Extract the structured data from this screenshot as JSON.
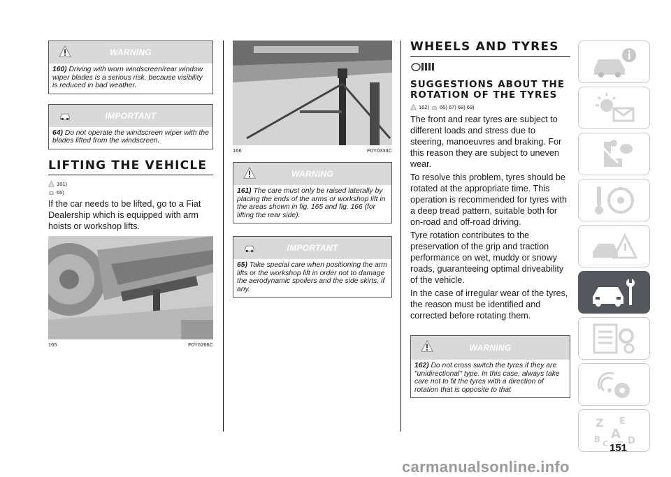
{
  "column1": {
    "warning_box": {
      "title": "WARNING",
      "number": "160)",
      "text": "Driving with worn windscreen/rear window wiper blades is a serious risk, because visibility is reduced in bad weather."
    },
    "important_box": {
      "title": "IMPORTANT",
      "number": "64)",
      "text": "Do not operate the windscreen wiper with the blades lifted from the windscreen."
    },
    "heading": "LIFTING THE VEHICLE",
    "refs": [
      "161)",
      "65)"
    ],
    "body": "If the car needs to be lifted, go to a Fiat Dealership which is equipped with arm hoists or workshop lifts.",
    "figure": {
      "number": "165",
      "code": "F0Y0266C"
    }
  },
  "column2": {
    "figure": {
      "number": "166",
      "code": "F0Y0333C"
    },
    "warning_box": {
      "title": "WARNING",
      "number": "161)",
      "text": "The care must only be raised laterally by placing the ends of the arms or workshop lift in the areas shown in fig. 165 and fig. 166 (for lifting the rear side)."
    },
    "important_box": {
      "title": "IMPORTANT",
      "number": "65)",
      "text": "Take special care when positioning the arm lifts or the workshop lift in order not to damage the aerodynamic spoilers and the side skirts, if any."
    }
  },
  "column3": {
    "heading": "WHEELS AND TYRES",
    "subheading": "SUGGESTIONS ABOUT THE ROTATION OF THE TYRES",
    "refs_a": "162)",
    "refs_b": "66) 67) 68) 69)",
    "para1": "The front and rear tyres are subject to different loads and stress due to steering, manoeuvres and braking. For this reason they are subject to uneven wear.",
    "para2": "To resolve this problem, tyres should be rotated at the appropriate time. This operation is recommended for tyres with a deep tread pattern, suitable both for on-road and off-road driving.",
    "para3": "Tyre rotation contributes to the preservation of the grip and traction performance on wet, muddy or snowy roads, guaranteeing optimal driveability of the vehicle.",
    "para4": "In the case of irregular wear of the tyres, the reason must be identified and corrected before rotating them.",
    "warning_box": {
      "title": "WARNING",
      "number": "162)",
      "text": "Do not cross switch the tyres if they are \"unidirectional\" type. In this case, always take care not to fit the tyres with a direction of rotation that is opposite to that"
    }
  },
  "side_tabs": [
    {
      "icon": "car-info-icon"
    },
    {
      "icon": "dashboard-lights-icon"
    },
    {
      "icon": "airbag-seat-icon"
    },
    {
      "icon": "steering-key-icon"
    },
    {
      "icon": "accident-warning-icon"
    },
    {
      "icon": "car-service-icon",
      "active": true
    },
    {
      "icon": "technical-data-icon"
    },
    {
      "icon": "multimedia-icon"
    },
    {
      "icon": "index-letters-icon"
    }
  ],
  "page_number": "151",
  "watermark": "carmanualsonline.info",
  "colors": {
    "note_header": "#d9d9d9",
    "active_tab": "#54585c",
    "tab_border": "#c9c9c9"
  }
}
